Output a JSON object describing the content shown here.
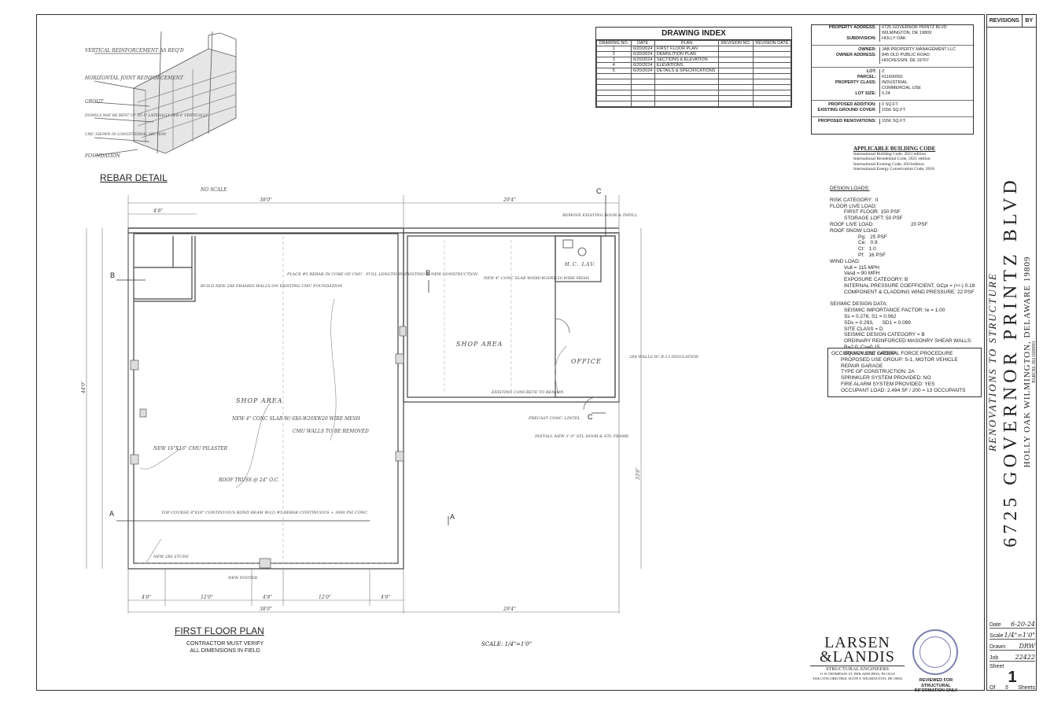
{
  "drawing_index": {
    "title": "DRAWING INDEX",
    "headers": [
      "DRAWING NO.",
      "DATE",
      "PLAN",
      "REVISION NO.",
      "REVISION DATE"
    ],
    "rows": [
      [
        "1",
        "6/20/2024",
        "FIRST FLOOR PLAN",
        "",
        ""
      ],
      [
        "2",
        "6/20/2024",
        "DEMOLITION PLAN",
        "",
        ""
      ],
      [
        "3",
        "6/20/2024",
        "SECTIONS & ELEVATION",
        "",
        ""
      ],
      [
        "4",
        "6/20/2024",
        "ELEVATIONS",
        "",
        ""
      ],
      [
        "5",
        "6/20/2024",
        "DETAILS & SPECIFICATIONS",
        "",
        ""
      ]
    ]
  },
  "property": {
    "address_label": "PROPERTY ADDRESS:",
    "address_1": "6725 GOVERNOR PRINTZ BLVD",
    "address_2": "WILMINGTON, DE 19809",
    "subdivision_label": "SUBDIVISION:",
    "subdivision": "HOLLY OAK",
    "owner_label": "OWNER:",
    "owner": "JAB PROPERTY MANAGEMENT LLC",
    "owner_address_label": "OWNER ADDRESS:",
    "owner_address_1": "845 OLD PUBLIC ROAD",
    "owner_address_2": "HOCKESSIN, DE 19707",
    "lot_label": "LOT:",
    "lot": "Z",
    "parcel_label": "PARCEL:",
    "parcel": "611600091",
    "class_label": "PROPERTY CLASS:",
    "class_1": "INDUSTRIAL",
    "class_2": "COMMERCIAL USE",
    "lot_size_label": "LOT SIZE:",
    "lot_size": "0.24",
    "proposed_addition_label": "PROPOSED ADDITION:",
    "proposed_addition": "0 SQ.FT.",
    "existing_cover_label": "EXISTING GROUND COVER:",
    "existing_cover": "1556 SQ.FT.",
    "renovations_label": "PROPOSED RENOVATIONS:",
    "renovations": "1556 SQ.FT."
  },
  "codes": {
    "heading": "APPLICABLE BUILDING CODE",
    "lines": [
      "International Building Code,    2021 edition",
      "International Residential Code, 2021 edition",
      "International Existing Code,     2021edition",
      "International Energy Conservation Code, 2018"
    ]
  },
  "design_loads": {
    "heading": "DESIGN LOADS:",
    "lines": [
      {
        "t": "RISK CATEGORY:  II",
        "i": 0
      },
      {
        "t": "FLOOR LIVE LOAD:",
        "i": 0
      },
      {
        "t": "FIRST FLOOR: 150 PSF",
        "i": 1
      },
      {
        "t": "STORAGE LOFT: 50 PSF",
        "i": 1
      },
      {
        "t": "ROOF LIVE LOAD:                          20 PSF",
        "i": 0
      },
      {
        "t": "ROOF SNOW LOAD:",
        "i": 0
      },
      {
        "t": "Pg:   25 PSF",
        "i": 2
      },
      {
        "t": "Ce:   0.9",
        "i": 2
      },
      {
        "t": "Ct:   1.0",
        "i": 2
      },
      {
        "t": "Pf:   16 PSF",
        "i": 2
      },
      {
        "t": "WIND LOAD:",
        "i": 0
      },
      {
        "t": "Vult = 115 MPH",
        "i": 1
      },
      {
        "t": "Vasd = 90 MPH",
        "i": 1
      },
      {
        "t": "EXPOSURE CATEGORY: B",
        "i": 1
      },
      {
        "t": "INTERNAL PRESSURE COEFFICIENT, GCpi = (+/-) 0.18",
        "i": 1
      },
      {
        "t": "COMPONENT & CLADDING WIND PRESSURE: 22 PSF",
        "i": 1
      },
      {
        "t": "",
        "i": 0
      },
      {
        "t": "SEISMIC DESIGN DATA:",
        "i": 0
      },
      {
        "t": "SEISMIC IMPORTANCE FACTOR: Ie = 1.00",
        "i": 1
      },
      {
        "t": "Ss = 0.278, S1 = 0.062",
        "i": 1
      },
      {
        "t": "SDs = 0.293,      SD1 = 0.099",
        "i": 1
      },
      {
        "t": "SITE CLASS = D",
        "i": 1
      },
      {
        "t": "SEISMIC DESIGN CATEGORY = B",
        "i": 1
      },
      {
        "t": "ORDINARY REINFORCED MASONRY SHEAR WALLS:",
        "i": 1
      },
      {
        "t": "R=2.0, Cs=0.15",
        "i": 1
      },
      {
        "t": "EQUIVALENT LATERAL FORCE PROCEDURE",
        "i": 1
      }
    ]
  },
  "occupancy": {
    "lines": [
      "OCCUPANCY USE GROUP:",
      "PROPOSED USE GROUP: S-1, MOTOR VEHICLE REPAIR GARAGE",
      "TYPE OF CONSTRUCTION: 2A",
      "SPRINKLER SYSTEM PROVIDED:  NO",
      "FIRE ALARM SYSTEM PROVIDED:  YES",
      "OCCUPANT LOAD:  2,494 SF / 200 = 13 OCCUPANTS"
    ]
  },
  "title_block": {
    "subtitle": "RENOVATIONS TO STRUCTURE",
    "main": "6725 GOVERNOR PRINTZ BLVD",
    "location": "HOLLY OAK          WILMINGTON, DELAWARE   19809",
    "parcel": "PARCEL 0611600091",
    "revisions_label": "REVISIONS",
    "by_label": "BY",
    "date_label": "Date",
    "date": "6-20-24",
    "scale_label": "Scale",
    "scale": "1/4\"=1'0\"",
    "drawn_label": "Drawn",
    "drawn": "DRW",
    "job_label": "Job",
    "job": "22422",
    "sheet_label": "Sheet",
    "sheet": "1",
    "of_label": "Of",
    "of": "5",
    "sheets_label": "Sheets"
  },
  "drawing": {
    "rebar_title": "REBAR DETAIL",
    "plan_title": "FIRST FLOOR PLAN",
    "note_1": "CONTRACTOR MUST VERIFY",
    "note_2": "ALL DIMENSIONS IN FIELD",
    "scale_note": "SCALE: 1/4\"=1'0\"",
    "no_scale": "NO SCALE",
    "rebar_labels": [
      "VERTICAL REINFORCEMENT AS REQ'D",
      "HORIZONTAL JOINT REINFORCEMENT",
      "GROUT",
      "DOWELS MAY BE BENT UP TO 1\" LATERALLY PER 6' VERTICALLY",
      "CMU SHOWN IN LONGITUDINAL SECTION",
      "FOUNDATION"
    ],
    "room_shop_1": "SHOP AREA",
    "room_shop_2": "SHOP AREA",
    "room_office": "OFFICE",
    "room_hcl": "H.C. LAV.",
    "dims": {
      "top_left": "38'0\"",
      "top_right": "29'4\"",
      "bottom_total": "38'0\"",
      "bottom_right": "29'4\"",
      "left_total": "44'0\"",
      "right_total": "33'6\"",
      "seg_1": "4'8\"",
      "seg_2": "12'0\"",
      "seg_3": "4'8\"",
      "seg_4": "12'0\"",
      "seg_5": "4'8\""
    },
    "notes": {
      "n1": "NEW 4\" CONC SLAB W/ 6X6-W20XW20 WIRE MESH",
      "n2": "CMU WALLS TO BE REMOVED",
      "n3": "ROOF TRUSS @ 24\" O.C.",
      "n4": "NEW 16\"X16\" CMU PILASTER",
      "n5": "TOP COURSE 8\"X16\" CONTINUOUS BOND BEAM W/(2) #5 REBAR CONTINUOUS + 3000 PSI CONC.",
      "n6": "PLACE #5 REBAR IN CORE OF CMU - FULL LENGTH IN EXISTING & NEW CONSTRUCTION",
      "n7": "NEW 4\" CONC SLAB W/6X6-W20XW20 WIRE MESH",
      "n8": "REMOVE EXISTING DOOR & INFILL",
      "n9": "BUILD NEW 2X6 FRAMED WALLS ON EXISTING CMU FOUNDATION",
      "n10": "EXISTING CONCRETE TO REMAIN",
      "n11": "PRECAST CONC. LINTEL",
      "n12": "INSTALL NEW 3'-0\" STL DOOR & STL FRAME",
      "n13": "NEW 2X6 STUDS",
      "n14": "NEW FOOTER",
      "n15": "2X4 WALLS W/ R-13 INSULATION"
    },
    "section_a": "A",
    "section_b": "B",
    "section_c": "C"
  },
  "firm": {
    "name_1": "LARSEN",
    "name_2": "&LANDIS",
    "tagline": "STRUCTURAL ENGINEERS",
    "addr_1": "11 W THOMPSON ST, PHILADELPHIA, PA 19125",
    "addr_2": "3306 CONCORD PIKE, SUITE F, WILMINGTON, DE 19803",
    "review_1": "REVIEWED FOR STRUCTURAL",
    "review_2": "INFORMATION ONLY"
  }
}
